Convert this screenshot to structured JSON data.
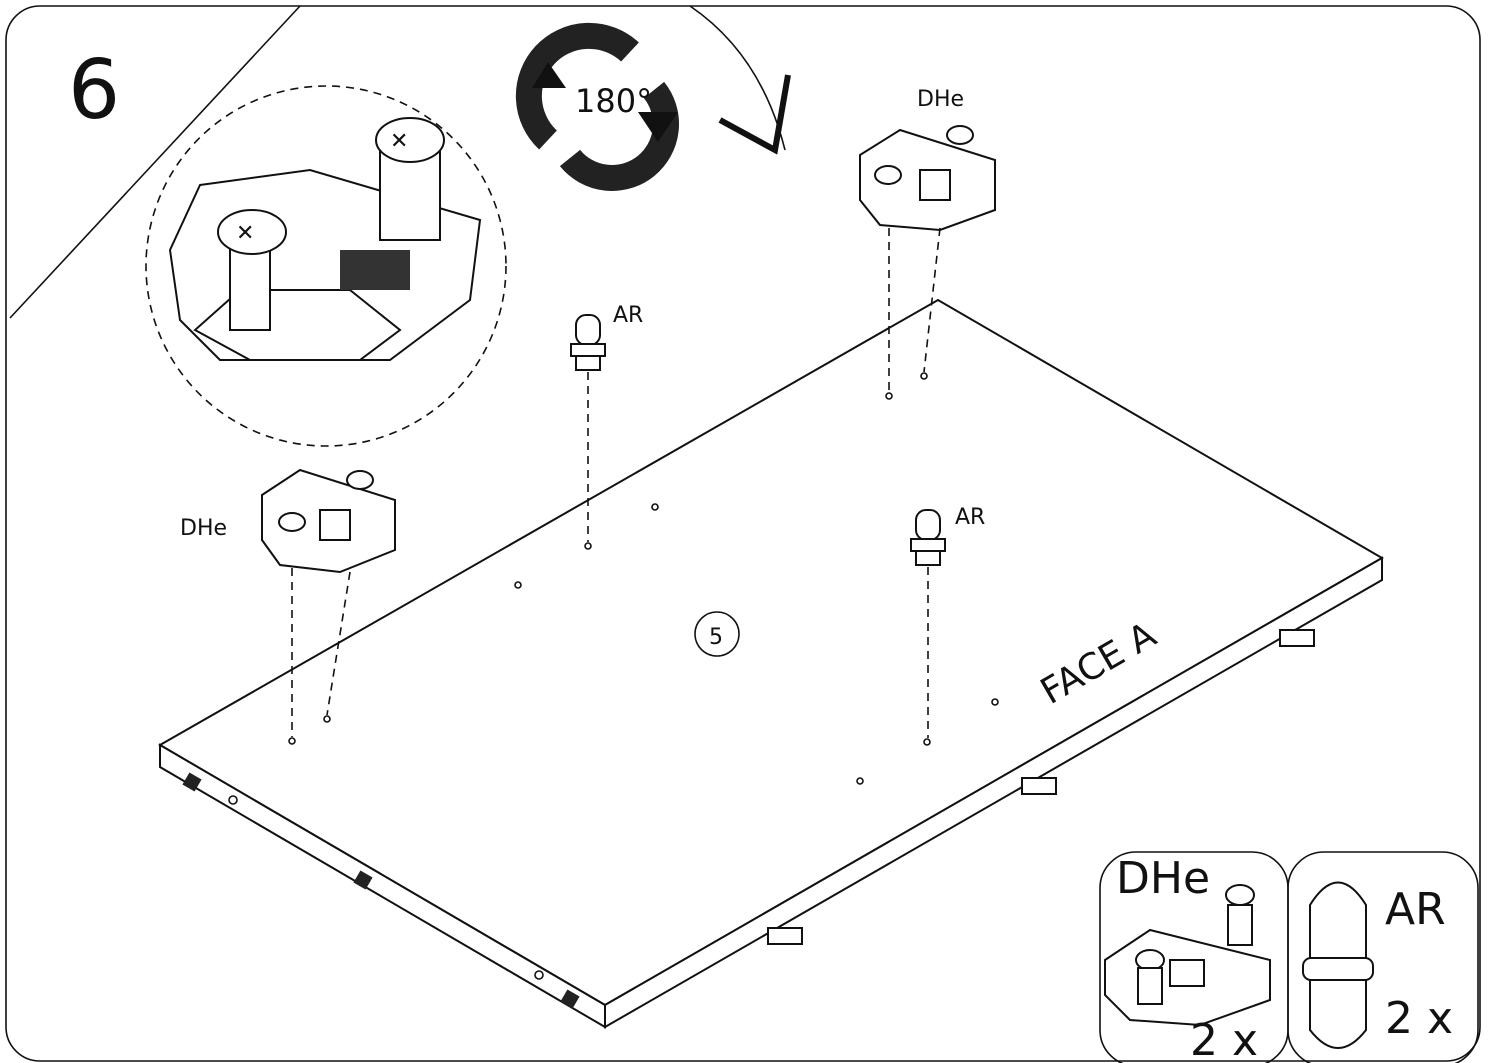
{
  "step": {
    "number": "6"
  },
  "rotation": {
    "label": "180°"
  },
  "panel": {
    "number": "5",
    "face_label": "FACE A"
  },
  "callouts": {
    "dhe_top": "DHe",
    "dhe_left": "DHe",
    "ar_center": "AR",
    "ar_right": "AR"
  },
  "parts_list": [
    {
      "label": "DHe",
      "quantity": "2 x"
    },
    {
      "label": "AR",
      "quantity": "2 x"
    }
  ],
  "icons": [
    "rotation-arrow-icon",
    "curved-arrow-icon",
    "mounting-plate-icon",
    "dowel-icon"
  ],
  "colors": {
    "line": "#111111",
    "background": "#ffffff"
  }
}
